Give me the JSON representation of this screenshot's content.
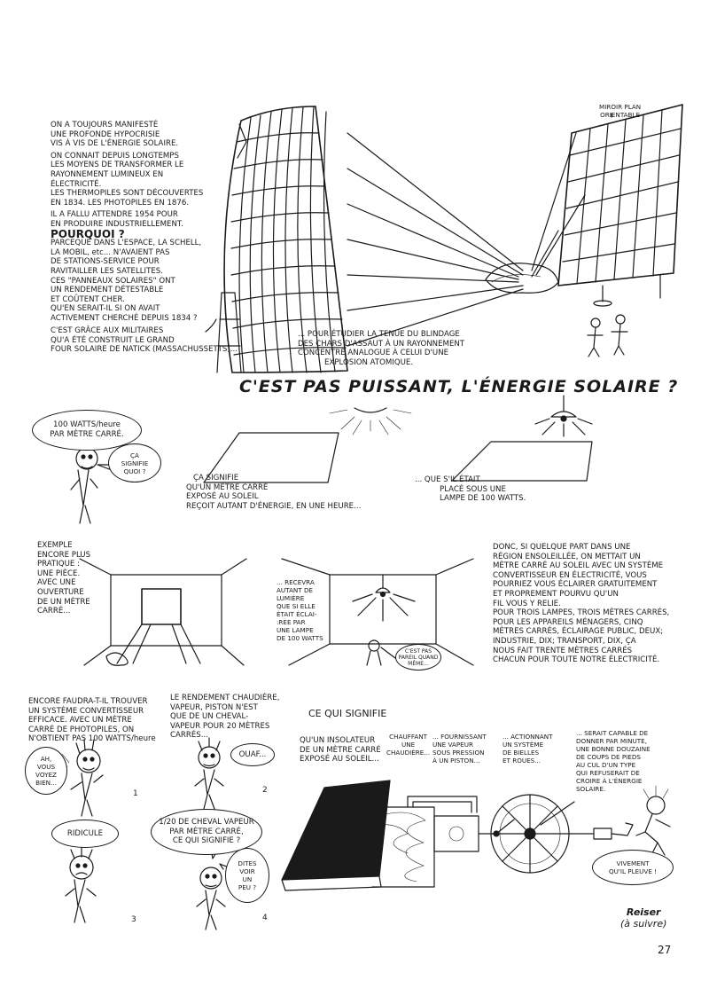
{
  "intro": {
    "lines": [
      "ON A TOUJOURS MANIFESTÉ",
      "UNE PROFONDE HYPOCRISIE",
      "VIS À VIS DE L'ÉNERGIE SOLAIRE.",
      "ON CONNAIT DEPUIS LONGTEMPS",
      "LES MOYENS DE TRANSFORMER LE",
      "RAYONNEMENT LUMINEUX EN",
      "ÉLECTRICITÉ.",
      "LES THERMOPILES SONT DÉCOUVERTES",
      "EN 1834. LES PHOTOPILES EN 1876.",
      "IL A FALLU ATTENDRE 1954 POUR",
      "EN PRODUIRE INDUSTRIELLEMENT."
    ],
    "pourquoi": "POURQUOI ?",
    "lines2": [
      "PARCEQUE DANS L'ESPACE, LA SCHELL,",
      "LA MOBIL, etc... N'AVAIENT PAS",
      "DE STATIONS-SERVICE POUR",
      "RAVITAILLER LES SATELLITES.",
      "CES \"PANNEAUX SOLAIRES\" ONT",
      "UN RENDEMENT DÉTESTABLE",
      "ET COÛTENT CHER.",
      "QU'EN SERAIT-IL SI ON AVAIT",
      "ACTIVEMENT CHERCHÉ DEPUIS 1834 ?"
    ],
    "military": [
      "C'EST GRÂCE AUX MILITAIRES",
      "QU'A ÉTÉ CONSTRUIT LE GRAND",
      "FOUR SOLAIRE DE NATICK (MASSACHUSSETTS)..."
    ],
    "armour": [
      "... POUR ÉTUDIER LA TENUE DU BLINDAGE",
      "DES CHARS D'ASSAUT À UN RAYONNEMENT",
      "CONCENTRÉ ANALOGUE À CELUI D'UNE",
      "EXPLOSION ATOMIQUE."
    ],
    "mirror_label": [
      "MIROIR PLAN",
      "ORIENTABLE"
    ]
  },
  "headline": "C'EST PAS PUISSANT, L'ÉNERGIE SOLAIRE ?",
  "row2": {
    "bubble_watts": [
      "100 WATTS/heure",
      "PAR MÈTRE CARRÉ."
    ],
    "bubble_question": [
      "ÇA",
      "SIGNIFIE",
      "QUOI ?"
    ],
    "caption_left": [
      "ÇA SIGNIFIE",
      "QU'UN MÈTRE CARRÉ",
      "EXPOSÉ AU SOLEIL",
      "REÇOIT AUTANT D'ÉNERGIE, EN UNE HEURE..."
    ],
    "caption_right": [
      "... QUE S'IL ÉTAIT",
      "PLACÉ SOUS UNE",
      "LAMPE DE 100 WATTS."
    ]
  },
  "row3": {
    "example": [
      "EXEMPLE",
      "ENCORE PLUS",
      "PRATIQUE :",
      "UNE PIÈCE.",
      "AVEC UNE",
      "OUVERTURE",
      "DE UN MÈTRE",
      "CARRÉ..."
    ],
    "recevra": [
      "... RECEVRA",
      "AUTANT DE",
      "LUMIÈRE",
      "QUE SI ELLE",
      "ÉTAIT ÉCLAI-",
      ":RÉE PAR",
      "UNE LAMPE",
      "DE 100 WATTS"
    ],
    "bubble_pareil": [
      "C'EST PAS",
      "PAREIL QUAND",
      "MÊME..."
    ],
    "donc": [
      "DONC, SI QUELQUE PART DANS UNE",
      "RÉGION ENSOLEILLÉE, ON METTAIT UN",
      "MÈTRE CARRÉ AU SOLEIL AVEC UN SYSTÈME",
      "CONVERTISSEUR EN ÉLECTRICITÉ, VOUS",
      "POURRIEZ VOUS ÉCLAIRER GRATUITEMENT",
      "ET PROPREMENT POURVU QU'UN",
      "FIL VOUS Y RELIE.",
      "POUR TROIS LAMPES, TROIS MÈTRES CARRÉS,",
      "POUR LES APPAREILS MÉNAGERS, CINQ",
      "MÈTRES CARRÉS, ÉCLAIRAGE PUBLIC, DEUX;",
      "INDUSTRIE, DIX; TRANSPORT, DIX, ÇA",
      "NOUS FAIT TRENTE MÈTRES CARRÉS",
      "CHACUN POUR TOUTE NOTRE ÉLECTRICITÉ."
    ]
  },
  "row4": {
    "encore": [
      "ENCORE FAUDRA-T-IL TROUVER",
      "UN SYSTÈME CONVERTISSEUR",
      "EFFICACE. AVEC UN MÈTRE",
      "CARRÉ DE PHOTOPILES, ON",
      "N'OBTIENT PAS 100 WATTS/heure"
    ],
    "bubble_ah": [
      "AH,",
      "VOUS",
      "VOYEZ",
      "BIEN..."
    ],
    "rendement": [
      "LE RENDEMENT CHAUDIÈRE,",
      "VAPEUR, PISTON N'EST",
      "QUE DE UN CHEVAL-",
      "VAPEUR POUR 20 MÈTRES",
      "CARRÉS..."
    ],
    "bubble_ouaf": "OUAF...",
    "bubble_ridicule": "RIDICULE",
    "bubble_cheval": [
      "1/20 DE CHEVAL VAPEUR",
      "PAR MÈTRE CARRÉ,",
      "CE QUI SIGNIFIE ?"
    ],
    "bubble_dites": [
      "DITES",
      "VOIR",
      "UN",
      "PEU ?"
    ],
    "panel_numbers": [
      "1",
      "2",
      "3",
      "4"
    ],
    "ce_qui": "CE QUI SIGNIFIE",
    "chain_1": [
      "QU'UN INSOLATEUR",
      "DE UN MÈTRE CARRÉ",
      "EXPOSÉ AU SOLEIL..."
    ],
    "chain_2": [
      "CHAUFFANT",
      "UNE",
      "CHAUDIÈRE..."
    ],
    "chain_3": [
      "... FOURNISSANT",
      "UNE VAPEUR",
      "SOUS PRESSION",
      "À UN PISTON..."
    ],
    "chain_4": [
      "... ACTIONNANT",
      "UN SYSTÈME",
      "DE BIELLES",
      "ET ROUES..."
    ],
    "chain_5": [
      "... SERAIT CAPABLE DE",
      "DONNER PAR MINUTE,",
      "UNE BONNE DOUZAINE",
      "DE COUPS DE PIEDS",
      "AU CUL D'UN TYPE",
      "QUI REFUSERAIT DE",
      "CROIRE À L'ÉNERGIE",
      "SOLAIRE."
    ],
    "bubble_vivement": [
      "VIVEMENT",
      "QU'IL PLEUVE !"
    ]
  },
  "signature": [
    "Reiser",
    "(à suivre)"
  ],
  "page_number": "27"
}
